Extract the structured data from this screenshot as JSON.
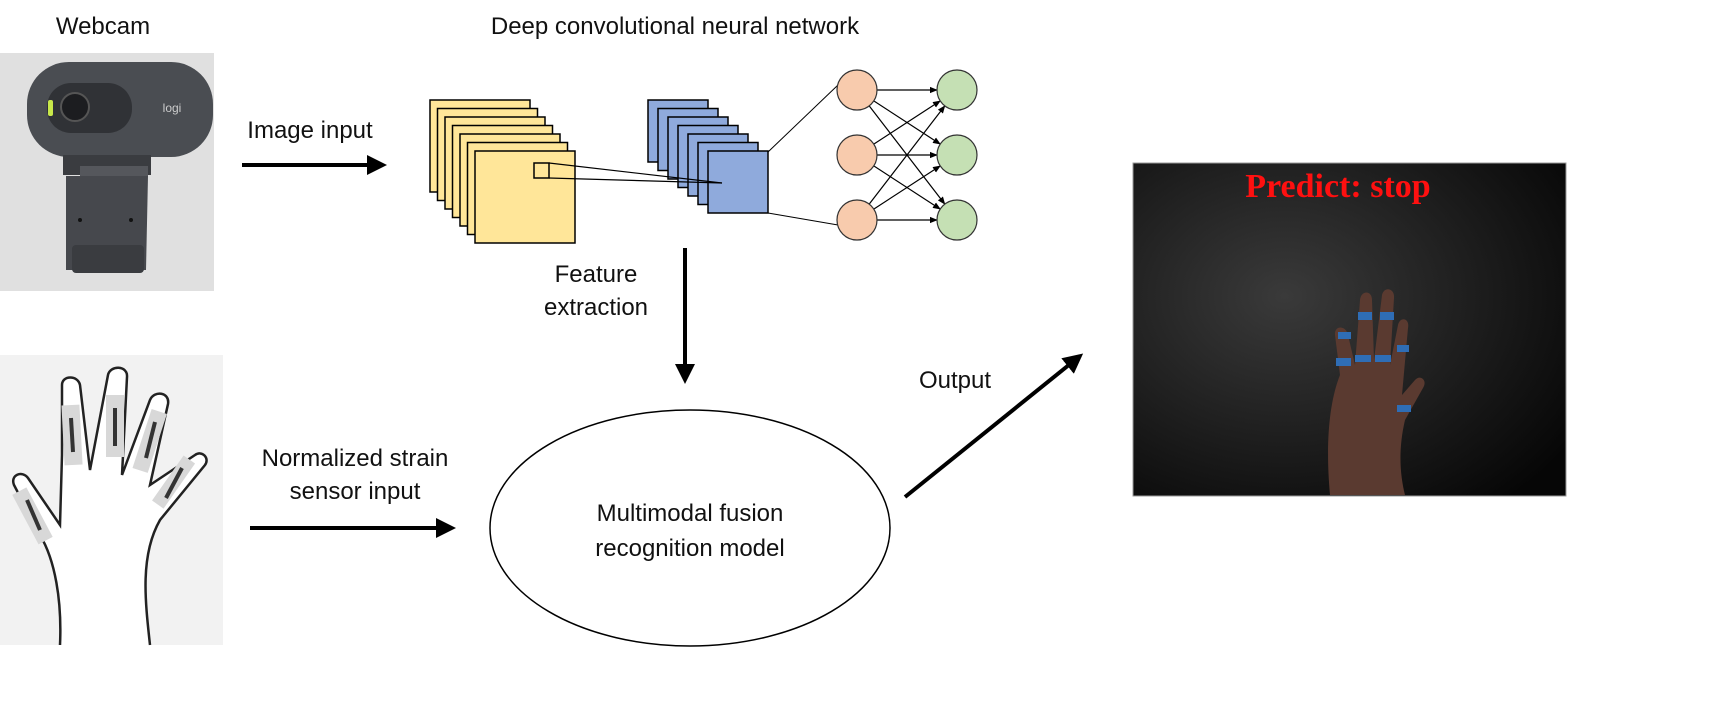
{
  "labels": {
    "webcam": "Webcam",
    "cnn_title": "Deep convolutional neural network",
    "image_input": "Image input",
    "feature_extraction_1": "Feature",
    "feature_extraction_2": "extraction",
    "strain_input_1": "Normalized strain",
    "strain_input_2": "sensor input",
    "fusion_model_1": "Multimodal fusion",
    "fusion_model_2": "recognition model",
    "output": "Output",
    "prediction": "Predict: stop",
    "webcam_brand": "logi"
  },
  "colors": {
    "feature_map_yellow": "#ffe699",
    "feature_map_blue": "#8faadc",
    "input_neuron": "#f8cbad",
    "output_neuron": "#c5e0b4",
    "prediction_text": "#ff1010",
    "sensor_tape": "#2f6db5"
  }
}
